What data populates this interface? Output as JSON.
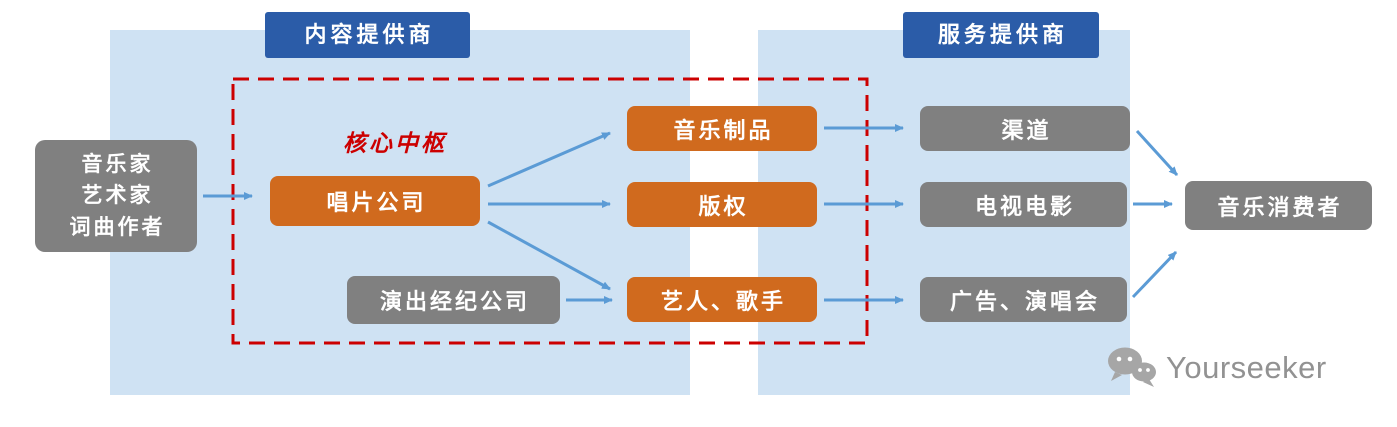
{
  "headers": {
    "content_provider": "内容提供商",
    "service_provider": "服务提供商"
  },
  "core_hub": {
    "label": "核心中枢"
  },
  "nodes": {
    "creators_line1": "音乐家",
    "creators_line2": "艺术家",
    "creators_line3": "词曲作者",
    "record_company": "唱片公司",
    "performance_agency": "演出经纪公司",
    "music_products": "音乐制品",
    "copyright": "版权",
    "artists_singers": "艺人、歌手",
    "channels": "渠道",
    "tv_movies": "电视电影",
    "ads_concerts": "广告、演唱会",
    "music_consumers": "音乐消费者"
  },
  "edges": [
    {
      "from": "creators",
      "to": "record_company"
    },
    {
      "from": "record_company",
      "to": "music_products"
    },
    {
      "from": "record_company",
      "to": "copyright"
    },
    {
      "from": "record_company",
      "to": "artists_singers"
    },
    {
      "from": "performance_agency",
      "to": "artists_singers"
    },
    {
      "from": "music_products",
      "to": "channels"
    },
    {
      "from": "copyright",
      "to": "tv_movies"
    },
    {
      "from": "artists_singers",
      "to": "ads_concerts"
    },
    {
      "from": "channels",
      "to": "music_consumers"
    },
    {
      "from": "tv_movies",
      "to": "music_consumers"
    },
    {
      "from": "ads_concerts",
      "to": "music_consumers"
    }
  ],
  "watermark": {
    "brand": "Yourseeker",
    "icon": "wechat-icon"
  },
  "colors": {
    "panel_blue": "#cfe2f3",
    "header_blue": "#2b5ca8",
    "box_orange": "#d06a1e",
    "box_gray": "#808080",
    "dashed_red": "#cc0000",
    "arrow_blue": "#5b9bd5",
    "watermark_gray": "#929292"
  }
}
